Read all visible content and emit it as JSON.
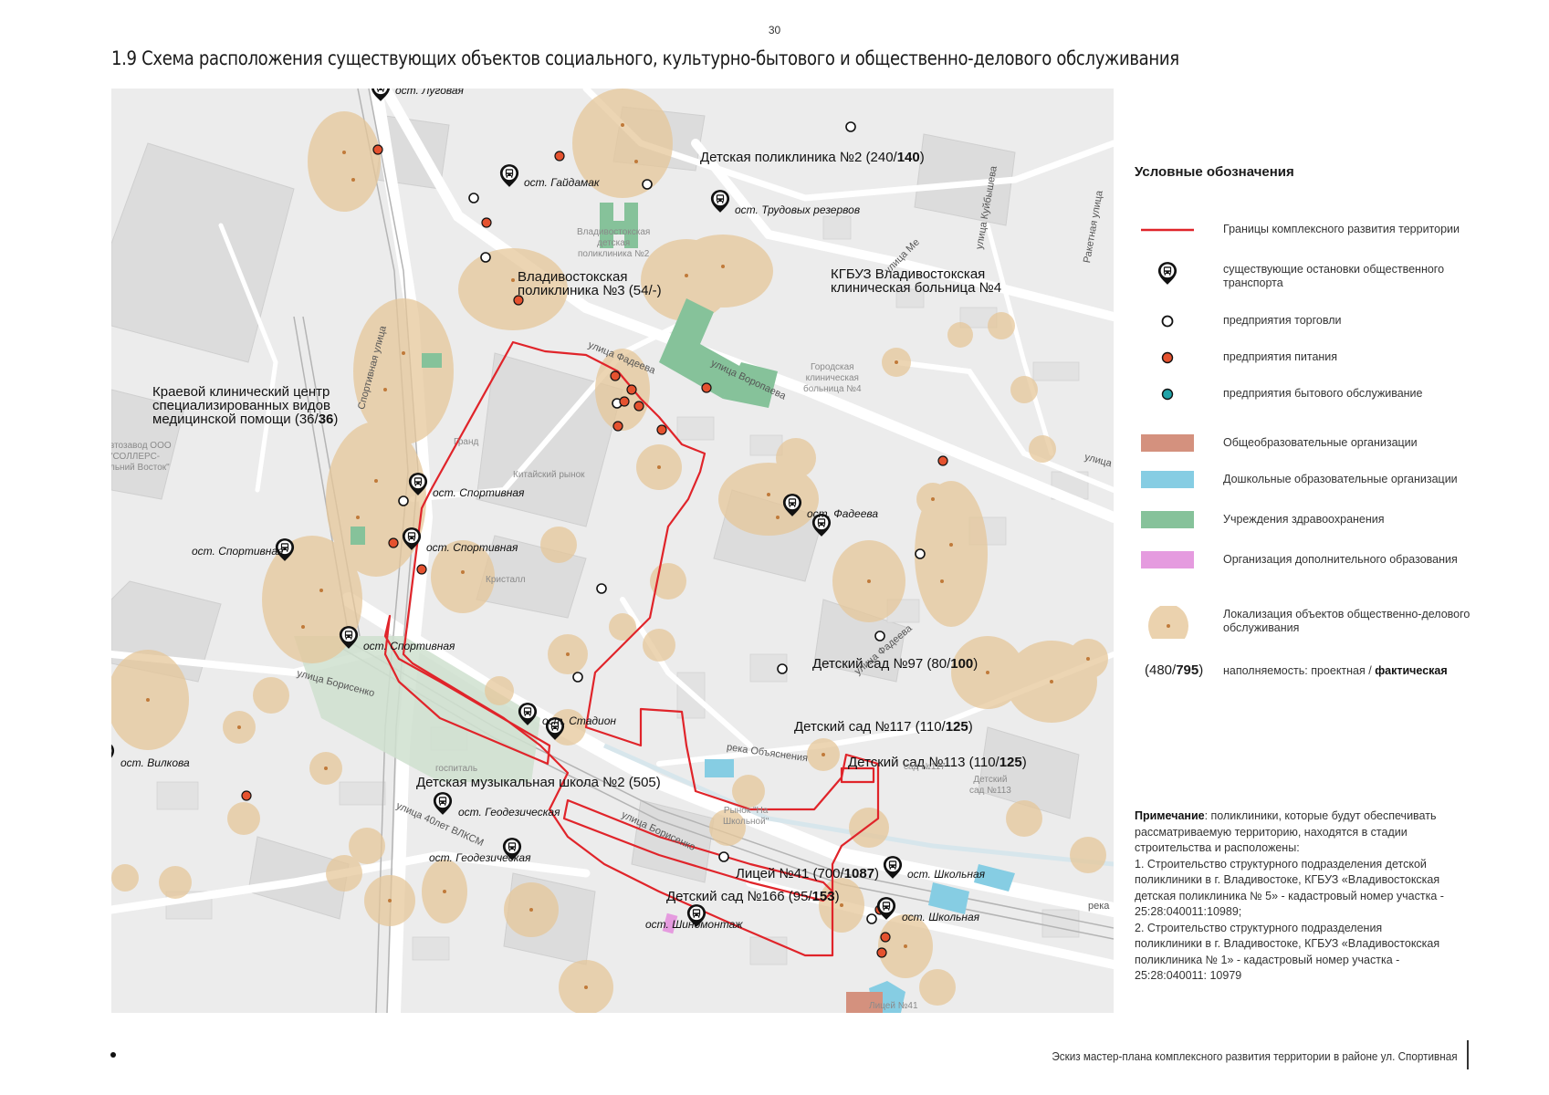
{
  "page": {
    "number": "30",
    "title": "1.9  Схема расположения существующих объектов социального, культурно-бытового и общественно-делового обслуживания",
    "footer": "Эскиз мастер-плана комплексного развития территории  в районе ул. Спортивная"
  },
  "colors": {
    "boundary": "#e0242a",
    "trade": "#ffffff",
    "food": "#e5522f",
    "service": "#1fa3a8",
    "school": "#d4917e",
    "kindergarten": "#86cde3",
    "health": "#86c29a",
    "extra_edu": "#e59bdf",
    "cluster": "#e6c79a"
  },
  "map": {
    "objects": [
      {
        "text": "Детская поликлиника №2 (240/",
        "bold": "140",
        "tail": ")"
      },
      {
        "text": "КГБУЗ Владивостокская",
        "text2": "клиническая больница №4"
      },
      {
        "text": "Владивостокская",
        "text2": "поликлиника №3 (54/-)"
      },
      {
        "text": "Краевой клинический центр",
        "text2": "специализированных видов",
        "text3": "медицинской помощи (36/",
        "bold": "36",
        "tail": ")"
      },
      {
        "text": "Детский сад №97 (80/",
        "bold": "100",
        "tail": ")"
      },
      {
        "text": "Детский сад №117 (110/",
        "bold": "125",
        "tail": ")"
      },
      {
        "text": "Детский сад №113 (110/",
        "bold": "125",
        "tail": ")"
      },
      {
        "text": "Детская музыкальная школа №2 (505)"
      },
      {
        "text": "Лицей №41 (700/",
        "bold": "1087",
        "tail": ")"
      },
      {
        "text": "Детский сад №166 (95/",
        "bold": "153",
        "tail": ")"
      }
    ],
    "stops": [
      "ост. Луговая",
      "ост. Гайдамак",
      "ост. Трудовых резервов",
      "ост. Спортивная",
      "ост. Спортивная",
      "ост. Спортивная",
      "ост. Спортивная",
      "ост. Фадеева",
      "ост. Стадион",
      "ост. Вилкова",
      "ост. Геодезическая",
      "ост. Геодезическая",
      "ост. Шиномонтаж",
      "ост. Школьная",
      "ост. Школьная"
    ],
    "streets": [
      "Спортивная улица",
      "улица Фадеева",
      "улица Воропаева",
      "улица Борисенко",
      "улица Борисенко",
      "улица 40лет ВЛКСМ",
      "улица Фадеева",
      "улица Ме",
      "улица Куйбышева",
      "Ракетная улица",
      "улица",
      "река Объяснения",
      "река"
    ],
    "base_labels": [
      "Владивостокская",
      "детская",
      "поликлиника №2",
      "Городская",
      "клиническая",
      "больница №4",
      "Гранд",
      "Китайский рынок",
      "Кристалл",
      "госпиталь",
      "Рынок \"На",
      "Школьной\"",
      "Лицей №41",
      "Детский",
      "сад №113",
      "сад №117",
      "втозавод ООО",
      "\"СОЛЛЕРС-",
      "льний Восток\""
    ]
  },
  "legend": {
    "title": "Условные обозначения",
    "items": [
      {
        "label": "Границы комплексного развития территории",
        "symbol": "boundary-line"
      },
      {
        "label": "существующие остановки общественного транспорта",
        "symbol": "bus-stop-icon"
      },
      {
        "label": "предприятия торговли",
        "symbol": "trade-marker"
      },
      {
        "label": "предприятия питания",
        "symbol": "food-marker"
      },
      {
        "label": "предприятия бытового обслуживание",
        "symbol": "service-marker"
      },
      {
        "label": "Общеобразовательные организации",
        "symbol": "school-swatch"
      },
      {
        "label": "Дошкольные образовательные организации",
        "symbol": "kindergarten-swatch"
      },
      {
        "label": "Учреждения здравоохранения",
        "symbol": "health-swatch"
      },
      {
        "label": "Организация дополнительного образования",
        "symbol": "extra-edu-swatch"
      },
      {
        "label": "Локализация объектов общественно-делового обслуживания",
        "symbol": "cluster-blob"
      }
    ],
    "capacity": {
      "sample_open": "(480/",
      "sample_bold": "795",
      "sample_close": ")",
      "label": "наполняемость: проектная / ",
      "label_bold": "фактическая"
    }
  },
  "note": {
    "heading": "Примечание",
    "intro": ": поликлиники, которые будут обеспечивать рассматриваемую территорию, находятся в стадии строительства и расположены:",
    "item1": "1. Строительство структурного подразделения детской поликлиники в г. Владивостоке, КГБУЗ «Владивостокская детская поликлиника № 5» - кадастровый номер участка - 25:28:040011:10989;",
    "item2": "2. Строительство структурного подразделения поликлиники в г. Владивостоке, КГБУЗ «Владивостокская поликлиника № 1» - кадастровый номер участка - 25:28:040011: 10979"
  }
}
